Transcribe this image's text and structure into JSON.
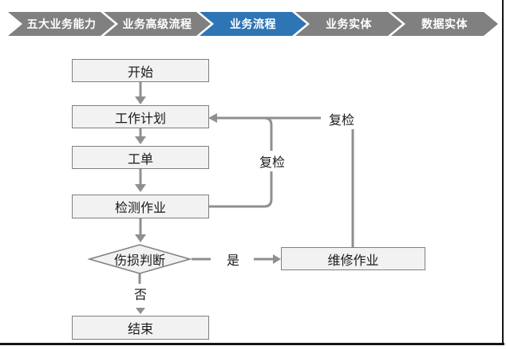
{
  "breadcrumb": {
    "items": [
      {
        "label": "五大业务能力",
        "active": false
      },
      {
        "label": "业务高级流程",
        "active": false
      },
      {
        "label": "业务流程",
        "active": true
      },
      {
        "label": "业务实体",
        "active": false
      },
      {
        "label": "数据实体",
        "active": false
      }
    ],
    "active_color": "#2E75B6",
    "inactive_color": "#808080"
  },
  "flowchart": {
    "nodes": {
      "start": "开始",
      "plan": "工作计划",
      "order": "工单",
      "inspect": "检测作业",
      "decision": "伤损判断",
      "repair": "维修作业",
      "end": "结束"
    },
    "edge_labels": {
      "yes": "是",
      "no": "否",
      "recheck_inner": "复检",
      "recheck_outer": "复检"
    },
    "colors": {
      "node_fill": "#f2f2f2",
      "node_border": "#7f7f7f",
      "connector": "#8f8f8f"
    }
  }
}
